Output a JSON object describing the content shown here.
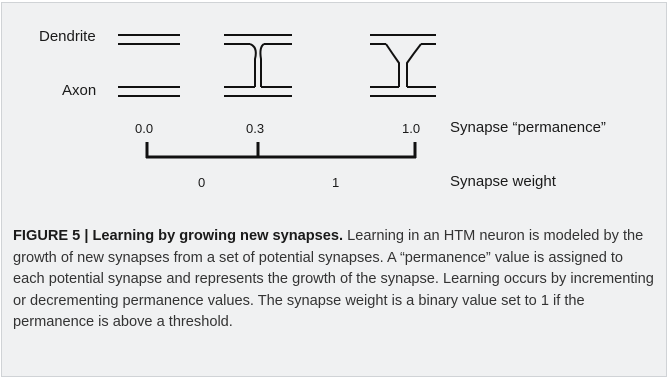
{
  "diagram": {
    "dendrite_label": "Dendrite",
    "axon_label": "Axon",
    "permanence_ticks": [
      "0.0",
      "0.3",
      "1.0"
    ],
    "permanence_title": "Synapse “permanence”",
    "weight_ticks": [
      "0",
      "1"
    ],
    "weight_title": "Synapse weight"
  },
  "caption": {
    "figure_label": "FIGURE 5 | Learning by growing new synapses.",
    "text": " Learning in an HTM neuron is modeled by the growth of new synapses from a set of potential synapses. A “permanence” value is assigned to each potential synapse and represents the growth of the synapse. Learning occurs by incrementing or decrementing permanence values. The synapse weight is a binary value set to 1 if the permanence is above a threshold."
  },
  "colors": {
    "panel_background": "#f0f1f2",
    "line": "#111111"
  }
}
